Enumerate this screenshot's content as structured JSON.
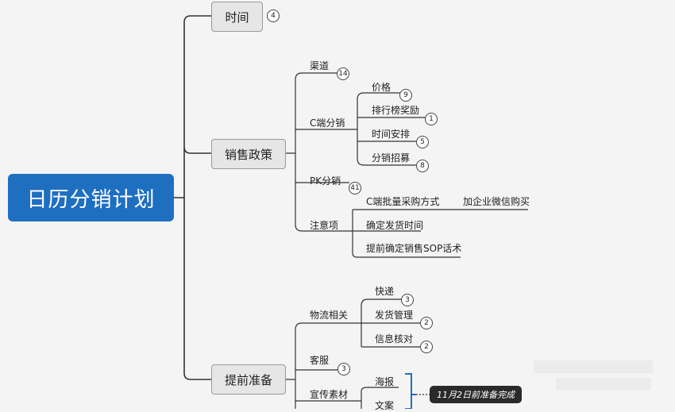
{
  "title": "日历分销计划",
  "branches": {
    "time": {
      "label": "时间",
      "count": "4"
    },
    "sales": {
      "label": "销售政策"
    },
    "prep": {
      "label": "提前准备"
    }
  },
  "sales_children": {
    "channel": {
      "label": "渠道",
      "count": "14"
    },
    "c_dist": {
      "label": "C端分销"
    },
    "pk": {
      "label": "PK分销",
      "count": "41"
    },
    "notes": {
      "label": "注意项"
    }
  },
  "c_dist_children": [
    {
      "label": "价格",
      "count": "9"
    },
    {
      "label": "排行榜奖励",
      "count": "1"
    },
    {
      "label": "时间安排",
      "count": "5"
    },
    {
      "label": "分销招募",
      "count": "8"
    }
  ],
  "notes_children": {
    "bulk": {
      "label": "C端批量采购方式",
      "sub": "加企业微信购买"
    },
    "ship": {
      "label": "确定发货时间"
    },
    "sop": {
      "label": "提前确定销售SOP话术"
    }
  },
  "prep_children": {
    "logistics": {
      "label": "物流相关"
    },
    "service": {
      "label": "客服",
      "count": "3"
    },
    "material": {
      "label": "宣传素材"
    }
  },
  "logistics_children": [
    {
      "label": "快递",
      "count": "3"
    },
    {
      "label": "发货管理",
      "count": "2"
    },
    {
      "label": "信息核对",
      "count": "2"
    }
  ],
  "material_children": [
    {
      "label": "海报"
    },
    {
      "label": "文案"
    }
  ],
  "callout": "11月2日前准备完成",
  "colors": {
    "root": "#1f6fc1",
    "bracket": "#1f6fc1",
    "callout": "#2a2a2a"
  }
}
